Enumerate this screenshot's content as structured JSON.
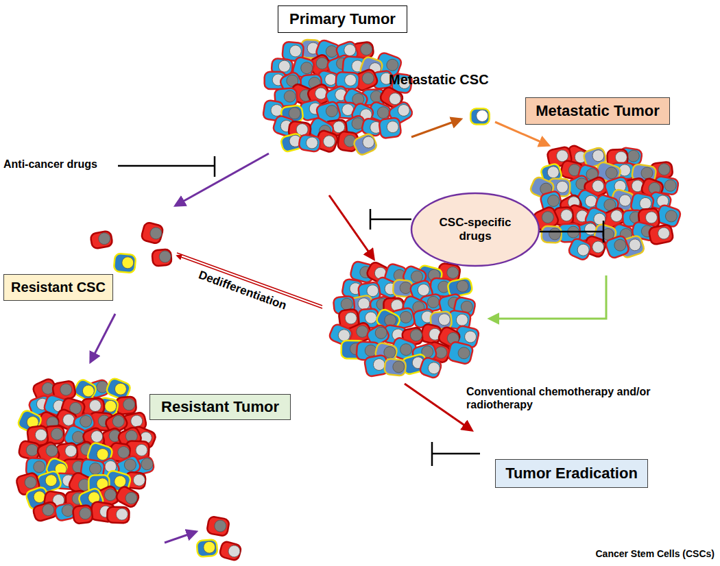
{
  "diagram": {
    "nodes": [
      {
        "text": [
          "Primary Tumor"
        ]
      },
      {
        "text": [
          "Metastatic Tumor"
        ]
      },
      {
        "text": [
          "CSC-specific drugs"
        ]
      },
      {
        "text": [
          "Resistant CSC"
        ]
      },
      {
        "text": [
          "Resistant Tumor"
        ]
      },
      {
        "text": [
          "Tumor Eradication"
        ]
      }
    ],
    "labels": [
      "Metastatic CSC",
      "Anti-cancer drugs",
      "Dedifferentiation",
      "Conventional chemotherapy and/or radiotherapy",
      "Cancer Stem Cells (CSCs)"
    ]
  }
}
